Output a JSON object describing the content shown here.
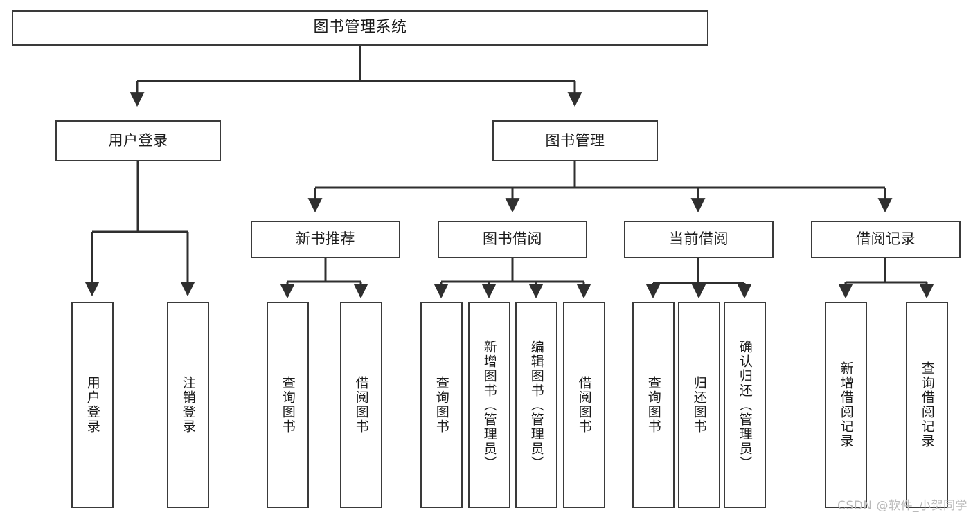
{
  "diagram": {
    "type": "tree-hierarchy-chart",
    "title": "图书管理系统",
    "watermark": "CSDN @软件_小贺同学",
    "colors": {
      "box_border": "#3a3a3a",
      "box_fill": "#ffffff",
      "connector": "#2f2f2f",
      "text": "#1b1b1b",
      "watermark": "#b9b9b9",
      "background": "#ffffff"
    },
    "root": {
      "label": "图书管理系统"
    },
    "level2": [
      {
        "label": "用户登录"
      },
      {
        "label": "图书管理"
      }
    ],
    "level3": [
      {
        "label": "新书推荐"
      },
      {
        "label": "图书借阅"
      },
      {
        "label": "当前借阅"
      },
      {
        "label": "借阅记录"
      }
    ],
    "leaves": {
      "user_login": [
        {
          "label": "用户登录"
        },
        {
          "label": "注销登录"
        }
      ],
      "new_book_recommend": [
        {
          "label": "查询图书"
        },
        {
          "label": "借阅图书"
        }
      ],
      "book_borrow": [
        {
          "label": "查询图书"
        },
        {
          "label": "新增图书（管理员）"
        },
        {
          "label": "编辑图书（管理员）"
        },
        {
          "label": "借阅图书"
        }
      ],
      "current_borrow": [
        {
          "label": "查询图书"
        },
        {
          "label": "归还图书"
        },
        {
          "label": "确认归还（管理员）"
        }
      ],
      "borrow_record": [
        {
          "label": "新增借阅记录"
        },
        {
          "label": "查询借阅记录"
        }
      ]
    }
  }
}
